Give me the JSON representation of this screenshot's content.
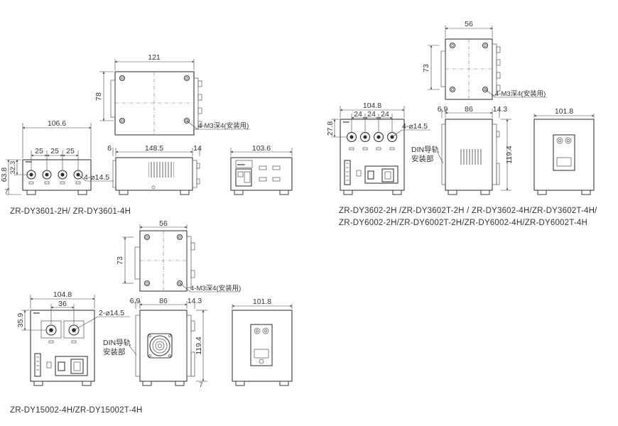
{
  "captions": {
    "group1": "ZR-DY3601-2H/ ZR-DY3601-4H",
    "group2_line1": "ZR-DY3602-2H /ZR-DY3602T-2H / ZR-DY3602-4H/ZR-DY3602T-4H/",
    "group2_line2": "ZR-DY6002-2H/ZR-DY6002T-2H/ZR-DY6002-4H/ZR-DY6002T-4H",
    "group3": "ZR-DY15002-4H/ZR-DY15002T-4H"
  },
  "group1": {
    "top_width": "121",
    "top_height": "78",
    "mount_holes": "4-M3深4(安装用)",
    "front_width": "106.6",
    "knob_pitch": [
      "25",
      "25",
      "25"
    ],
    "front_height": "63.8",
    "knob_height": "32.3",
    "foot": "7",
    "knob_holes": "4-⌀14.5",
    "side_left": "6",
    "side_body": "148.5",
    "side_right": "14",
    "rear_width": "103.6"
  },
  "group2": {
    "top_width": "56",
    "top_height": "73",
    "mount_holes": "4-M3深4(安装用)",
    "front_width": "104.8",
    "knob_pitch": [
      "24",
      "24",
      "24"
    ],
    "knob_height": "27.8",
    "knob_holes": "4-⌀14.5",
    "side_left": "6.9",
    "side_body": "86",
    "side_right": "14.3",
    "side_height": "119.4",
    "din_label": [
      "DIN导轨",
      "安装部"
    ],
    "rear_width": "101.8"
  },
  "group3": {
    "top_width": "56",
    "top_height": "73",
    "mount_holes": "4-M3深4(安装用)",
    "front_width": "104.8",
    "knob_pitch": "36",
    "knob_height": "35.9",
    "knob_holes": "2-⌀14.5",
    "side_left": "6.9",
    "side_body": "86",
    "side_right": "14.3",
    "side_height": "119.4",
    "din_label": [
      "DIN导轨",
      "安装部"
    ],
    "rear_width": "101.8",
    "foot": "7"
  }
}
